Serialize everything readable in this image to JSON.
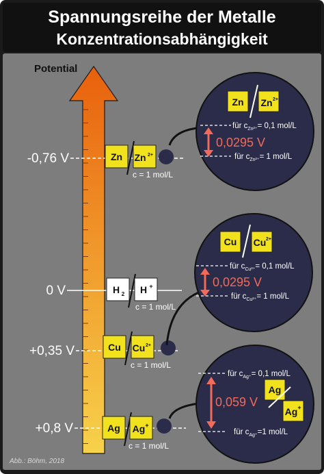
{
  "header": {
    "title": "Spannungsreihe der Metalle",
    "subtitle": "Konzentrationsabhängigkeit"
  },
  "axis": {
    "label": "Potential"
  },
  "levels": [
    {
      "potential": "-0,76 V",
      "left": "Zn",
      "right": "Zn",
      "right_charge": "2+",
      "conc": "c = 1 mol/L"
    },
    {
      "potential": "0 V",
      "left": "H",
      "left_sub": "2",
      "right": "H",
      "right_charge": "+",
      "conc": "c = 1 mol/L"
    },
    {
      "potential": "+0,35 V",
      "left": "Cu",
      "right": "Cu",
      "right_charge": "2+",
      "conc": "c = 1 mol/L"
    },
    {
      "potential": "+0,8 V",
      "left": "Ag",
      "right": "Ag",
      "right_charge": "+",
      "conc": "c = 1 mol/L"
    }
  ],
  "zooms": [
    {
      "left": "Zn",
      "right": "Zn",
      "right_charge": "2+",
      "shift": "0,0295 V",
      "low": {
        "pre": "für c",
        "sub": "Zn²⁺",
        "post": "= 0,1 mol/L"
      },
      "high": {
        "pre": "für c",
        "sub": "Zn²⁺",
        "post": "= 1 mol/L"
      }
    },
    {
      "left": "Cu",
      "right": "Cu",
      "right_charge": "2+",
      "shift": "0,0295 V",
      "low": {
        "pre": "für c",
        "sub": "Cu²⁺",
        "post": "= 0,1 mol/L"
      },
      "high": {
        "pre": "für c",
        "sub": "Cu²⁺",
        "post": "= 1 mol/L"
      }
    },
    {
      "left": "Ag",
      "right": "Ag",
      "right_charge": "+",
      "shift": "0,059 V",
      "low": {
        "pre": "für c",
        "sub": "Ag⁺",
        "post": "= 0,1 mol/L"
      },
      "high": {
        "pre": "für c",
        "sub": "Ag⁺",
        "post": "=1 mol/L"
      }
    }
  ],
  "credit": "Abb.: Böhm, 2018",
  "colors": {
    "panel": "#7d7d7d",
    "title_bar": "#111111",
    "circle": "#2a2c49",
    "element_box": "#f2e21e",
    "shift_arrow": "#f26a5a",
    "arrow_top": "#e8600c",
    "arrow_bottom": "#f7d24a"
  }
}
